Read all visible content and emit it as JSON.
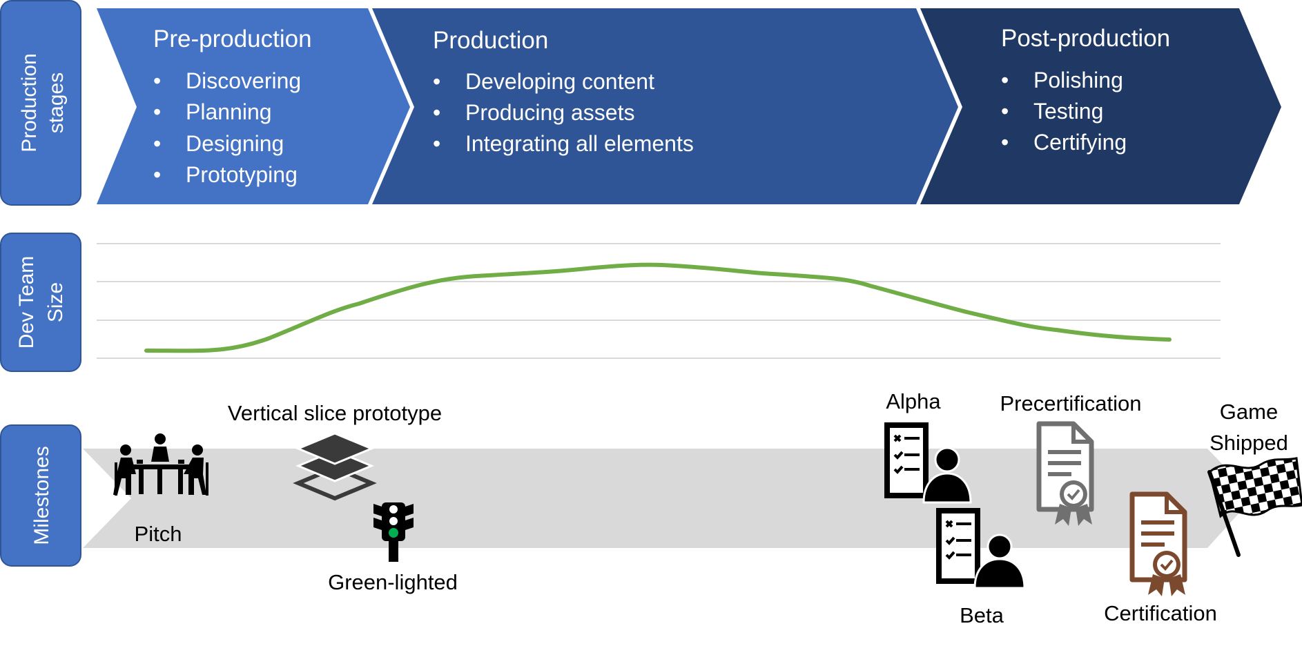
{
  "rows": {
    "stages_label": [
      "Production",
      "stages"
    ],
    "team_label": [
      "Dev Team",
      "Size"
    ],
    "milestones_label": "Milestones"
  },
  "stages": [
    {
      "title": "Pre-production",
      "items": [
        "Discovering",
        "Planning",
        "Designing",
        "Prototyping"
      ],
      "color": "#4472C4"
    },
    {
      "title": "Production",
      "items": [
        "Developing content",
        "Producing assets",
        "Integrating all elements"
      ],
      "color": "#2F5597"
    },
    {
      "title": "Post-production",
      "items": [
        "Polishing",
        "Testing",
        "Certifying"
      ],
      "color": "#203864"
    }
  ],
  "team_curve": {
    "color": "#70AD47"
  },
  "milestones": {
    "pitch": "Pitch",
    "vertical_slice": "Vertical slice prototype",
    "green_lighted": "Green-lighted",
    "alpha": "Alpha",
    "beta": "Beta",
    "precertification": "Precertification",
    "certification": "Certification",
    "game_shipped": [
      "Game",
      "Shipped"
    ]
  },
  "icons": {
    "pitch": "meeting-table-icon",
    "vertical_slice": "stacked-layers-icon",
    "green_lighted": "traffic-light-icon",
    "alpha": "checklist-person-icon",
    "beta": "checklist-person-icon",
    "precertification": "certificate-icon",
    "certification": "certificate-icon",
    "game_shipped": "checkered-flag-icon"
  }
}
